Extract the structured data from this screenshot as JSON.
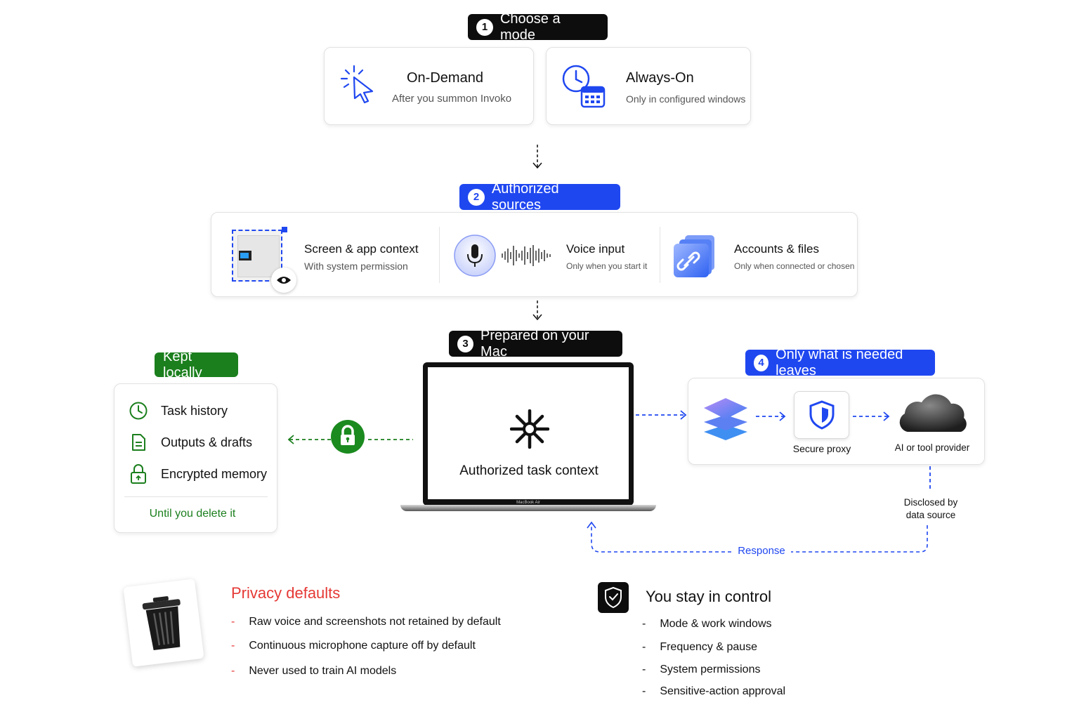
{
  "step1": {
    "num": "1",
    "label": "Choose a mode"
  },
  "modes": [
    {
      "title": "On-Demand",
      "sub": "After you summon Invoko",
      "icon": "cursor-click-icon"
    },
    {
      "title": "Always-On",
      "sub": "Only in configured windows",
      "icon": "clock-calendar-icon"
    }
  ],
  "step2": {
    "num": "2",
    "label": "Authorized sources"
  },
  "sources": [
    {
      "title": "Screen & app context",
      "sub": "With system permission",
      "icon": "screen-eye-icon"
    },
    {
      "title": "Voice input",
      "sub": "Only when you start it",
      "icon": "microphone-icon"
    },
    {
      "title": "Accounts & files",
      "sub": "Only when connected or chosen",
      "icon": "linked-files-icon"
    }
  ],
  "step3": {
    "num": "3",
    "label": "Prepared on your Mac"
  },
  "laptop": {
    "label": "Authorized task context",
    "brand": "MacBook Air"
  },
  "local": {
    "badge": "Kept locally",
    "items": [
      "Task history",
      "Outputs & drafts",
      "Encrypted memory"
    ],
    "footer": "Until you delete it"
  },
  "step4": {
    "num": "4",
    "label": "Only what is needed leaves"
  },
  "outbound": {
    "proxy": "Secure proxy",
    "provider": "AI or tool provider"
  },
  "disclosed": "Disclosed by\ndata source",
  "response": "Response",
  "privacy": {
    "title": "Privacy defaults",
    "items": [
      "Raw voice and screenshots not retained by default",
      "Continuous microphone capture off by default",
      "Never used to train AI models"
    ]
  },
  "control": {
    "title": "You stay in control",
    "items": [
      "Mode & work windows",
      "Frequency & pause",
      "System permissions",
      "Sensitive-action approval"
    ]
  },
  "colors": {
    "blue": "#1f47f0",
    "green": "#1b7f1d",
    "red": "#e53935",
    "dark": "#0d0d0d"
  }
}
